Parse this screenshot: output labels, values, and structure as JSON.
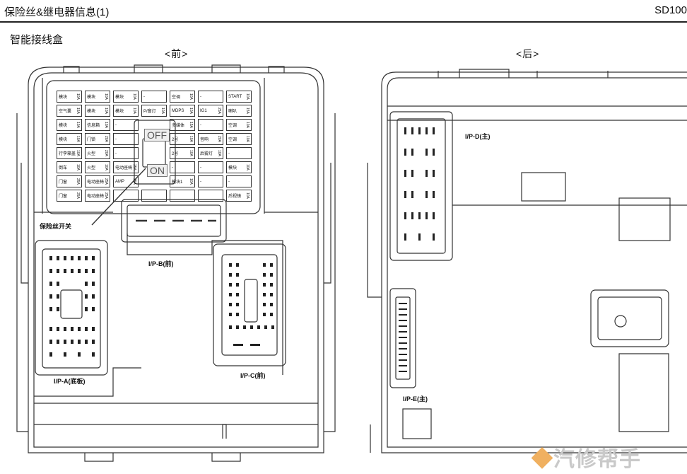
{
  "header": {
    "title": "保险丝&继电器信息(1)",
    "code": "SD100"
  },
  "subtitle": "智能接线盒",
  "views": {
    "front": "<前>",
    "rear": "<后>"
  },
  "switch": {
    "off": "OFF",
    "on": "ON"
  },
  "labels": {
    "fuse_switch": "保险丝开关",
    "ipa": "I/P-A(底板)",
    "ipb": "I/P-B(前)",
    "ipc": "I/P-C(前)",
    "ipd": "I/P-D(主)",
    "ipe": "I/P-E(主)"
  },
  "fuses": [
    {
      "name": "模块",
      "amp": "10A"
    },
    {
      "name": "模块",
      "amp": "10A"
    },
    {
      "name": "模块",
      "amp": "10A"
    },
    {
      "name": "-",
      "amp": ""
    },
    {
      "name": "空调",
      "amp": "10A"
    },
    {
      "name": "-",
      "amp": ""
    },
    {
      "name": "START",
      "amp": "10A"
    },
    {
      "name": "空气囊",
      "amp": "15A"
    },
    {
      "name": "模块",
      "amp": "10A"
    },
    {
      "name": "模块",
      "amp": "10A"
    },
    {
      "name": "P/窗灯",
      "amp": "10A"
    },
    {
      "name": "MDPS",
      "amp": "10A"
    },
    {
      "name": "IG1",
      "amp": "25A"
    },
    {
      "name": "喇叭",
      "amp": "15A"
    },
    {
      "name": "模块",
      "amp": "10A"
    },
    {
      "name": "信息箱",
      "amp": "10A"
    },
    {
      "name": "-",
      "amp": ""
    },
    {
      "name": "",
      "amp": ""
    },
    {
      "name": "多媒体",
      "amp": "15A"
    },
    {
      "name": "-",
      "amp": ""
    },
    {
      "name": "空调",
      "amp": "10A"
    },
    {
      "name": "模块",
      "amp": "10A"
    },
    {
      "name": "门锁",
      "amp": "20A"
    },
    {
      "name": "-",
      "amp": ""
    },
    {
      "name": "",
      "amp": ""
    },
    {
      "name": "2号",
      "amp": "10A"
    },
    {
      "name": "音响",
      "amp": "20A"
    },
    {
      "name": "空调",
      "amp": "10A"
    },
    {
      "name": "行李箱盖",
      "amp": "10A"
    },
    {
      "name": "火型",
      "amp": "20A"
    },
    {
      "name": "-",
      "amp": ""
    },
    {
      "name": "",
      "amp": ""
    },
    {
      "name": "2号",
      "amp": "10A"
    },
    {
      "name": "后雾灯",
      "amp": "10A"
    },
    {
      "name": "-",
      "amp": ""
    },
    {
      "name": "倒车",
      "amp": "10A"
    },
    {
      "name": "火型",
      "amp": "10A"
    },
    {
      "name": "电动座椅",
      "amp": "25A"
    },
    {
      "name": "",
      "amp": ""
    },
    {
      "name": "-",
      "amp": ""
    },
    {
      "name": "-",
      "amp": ""
    },
    {
      "name": "模块",
      "amp": "10A"
    },
    {
      "name": "门窗",
      "amp": "25A"
    },
    {
      "name": "电动座椅",
      "amp": "25A"
    },
    {
      "name": "AMP",
      "amp": "25A"
    },
    {
      "name": "",
      "amp": ""
    },
    {
      "name": "模块1",
      "amp": "10A"
    },
    {
      "name": "-",
      "amp": ""
    },
    {
      "name": "-",
      "amp": ""
    },
    {
      "name": "门窗",
      "amp": "25A"
    },
    {
      "name": "电动座椅",
      "amp": "25A"
    },
    {
      "name": "",
      "amp": ""
    },
    {
      "name": "",
      "amp": ""
    },
    {
      "name": "",
      "amp": ""
    },
    {
      "name": "",
      "amp": ""
    },
    {
      "name": "后视镜",
      "amp": "10A"
    }
  ],
  "watermark": "汽修帮手"
}
